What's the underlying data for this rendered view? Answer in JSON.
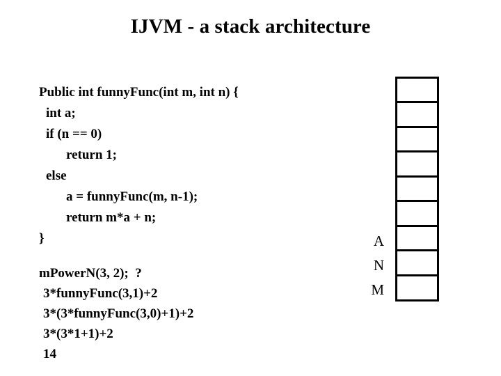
{
  "slide": {
    "title": "IJVM - a stack architecture",
    "background_color": "#ffffff",
    "text_color": "#000000"
  },
  "code_block": {
    "language": "java",
    "lines": [
      {
        "text": "Public int funnyFunc(int m, int n) {",
        "indent": 0
      },
      {
        "text": "int a;",
        "indent": 1
      },
      {
        "text": "if (n == 0)",
        "indent": 1
      },
      {
        "text": "return 1;",
        "indent": 2
      },
      {
        "text": "else",
        "indent": 1
      },
      {
        "text": "a = funnyFunc(m, n-1);",
        "indent": 2
      },
      {
        "text": "return m*a + n;",
        "indent": 2
      },
      {
        "text": "}",
        "indent": 0
      }
    ]
  },
  "trace_block": {
    "lines": [
      {
        "text": "mPowerN(3, 2);  ?",
        "sub": false
      },
      {
        "text": "3*funnyFunc(3,1)+2",
        "sub": true
      },
      {
        "text": "3*(3*funnyFunc(3,0)+1)+2",
        "sub": true
      },
      {
        "text": "3*(3*1+1)+2",
        "sub": true
      },
      {
        "text": "14",
        "sub": true
      }
    ]
  },
  "stack_diagram": {
    "cell_count": 9,
    "border_color": "#000000",
    "fill_color": "#ffffff",
    "cells": [
      "",
      "",
      "",
      "",
      "",
      "",
      "",
      "",
      ""
    ],
    "labels": [
      "A",
      "N",
      "M"
    ]
  }
}
